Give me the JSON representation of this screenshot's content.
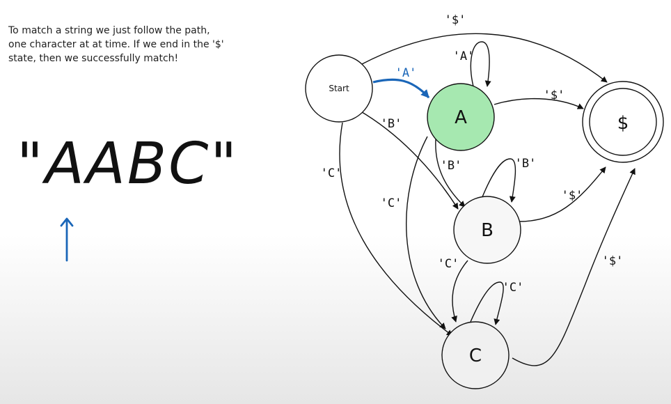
{
  "explanation": {
    "line1": "To match a string we just follow the path,",
    "line2": "one character at at time. If we end in the '$'",
    "line3": "state, then we successfully match!"
  },
  "input": {
    "string": "\"AABC\"",
    "pointer_index": 0
  },
  "fsm": {
    "states": {
      "start": "Start",
      "a": "A",
      "b": "B",
      "c": "C",
      "end": "$"
    },
    "edges": {
      "start_a": "'A'",
      "start_b": "'B'",
      "start_c": "'C'",
      "start_end": "'$'",
      "a_a": "'A'",
      "a_b": "'B'",
      "a_c": "'C'",
      "a_end": "'$'",
      "b_b": "'B'",
      "b_c": "'C'",
      "b_end": "'$'",
      "c_c": "'C'",
      "c_end": "'$'"
    },
    "active_state": "A",
    "active_edge": "Start → A",
    "colors": {
      "active_state_fill": "#a6e8b0",
      "active_edge": "#1a66b8",
      "pointer": "#1a66b8"
    }
  }
}
